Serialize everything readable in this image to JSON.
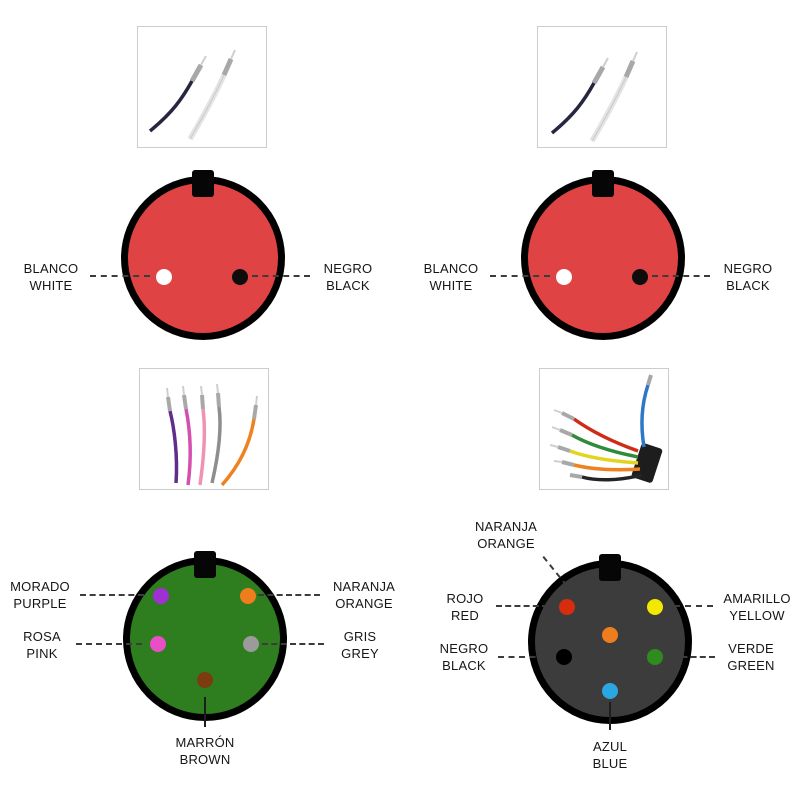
{
  "connectors": [
    {
      "id": "red-two-pin-left",
      "photo_alt": "Photo: two wires (black and white) with metal crimp pin terminals",
      "face_color": "#e04343",
      "pins": {
        "white": {
          "es": "BLANCO",
          "en": "WHITE",
          "color": "#ffffff"
        },
        "black": {
          "es": "NEGRO",
          "en": "BLACK",
          "color": "#0d0d0d"
        }
      }
    },
    {
      "id": "red-two-pin-right",
      "photo_alt": "Photo: two wires (black and white) with metal crimp pin terminals",
      "face_color": "#e04343",
      "pins": {
        "white": {
          "es": "BLANCO",
          "en": "WHITE",
          "color": "#ffffff"
        },
        "black": {
          "es": "NEGRO",
          "en": "BLACK",
          "color": "#0d0d0d"
        }
      }
    },
    {
      "id": "green-five-pin",
      "photo_alt": "Photo: five colored wires with metal crimp pin terminals",
      "face_color": "#2e7d1e",
      "pins": {
        "purple": {
          "es": "MORADO",
          "en": "PURPLE",
          "color": "#a02fd4"
        },
        "orange": {
          "es": "NARANJA",
          "en": "ORANGE",
          "color": "#ee7d1d"
        },
        "pink": {
          "es": "ROSA",
          "en": "PINK",
          "color": "#e84fc6"
        },
        "grey": {
          "es": "GRIS",
          "en": "GREY",
          "color": "#9b9b9b"
        },
        "brown": {
          "es": "MARRÓN",
          "en": "BROWN",
          "color": "#7c3c10"
        }
      }
    },
    {
      "id": "black-six-pin",
      "photo_alt": "Photo: six colored wires with metal crimp pin terminals and black connector housing",
      "face_color": "#3c3c3c",
      "pins": {
        "orange": {
          "es": "NARANJA",
          "en": "ORANGE",
          "color": "#ee7d1d"
        },
        "red": {
          "es": "ROJO",
          "en": "RED",
          "color": "#d52d0e"
        },
        "yellow": {
          "es": "AMARILLO",
          "en": "YELLOW",
          "color": "#f2e800"
        },
        "black": {
          "es": "NEGRO",
          "en": "BLACK",
          "color": "#000000"
        },
        "green": {
          "es": "VERDE",
          "en": "GREEN",
          "color": "#2e8b1e"
        },
        "blue": {
          "es": "AZUL",
          "en": "BLUE",
          "color": "#2aa7e0"
        }
      }
    }
  ]
}
